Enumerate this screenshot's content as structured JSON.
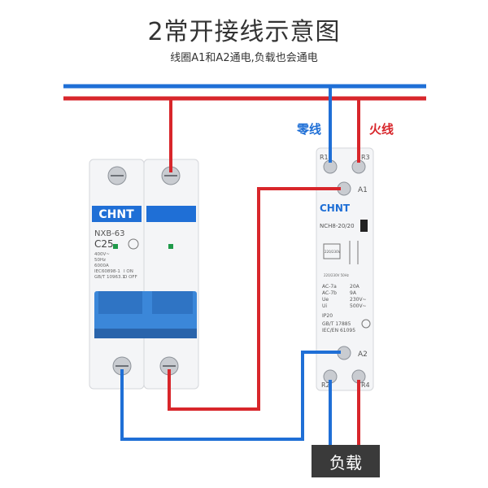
{
  "header": {
    "title": "2常开接线示意图",
    "subtitle": "线圈A1和A2通电,负载也会通电"
  },
  "wires": {
    "neutral_label": "零线",
    "live_label": "火线",
    "neutral_color": "#1f6fd6",
    "live_color": "#d8262b"
  },
  "breaker": {
    "brand": "CHNT",
    "model": "NXB-63",
    "rating": "C25",
    "spec_lines": [
      "400V~",
      "50Hz",
      "6000A"
    ],
    "standard_lines": [
      "IEC60898-1",
      "GB/T 10963.1"
    ],
    "switch_on": "I ON",
    "switch_off": "O OFF",
    "handle_color": "#3b87d9"
  },
  "contactor": {
    "brand": "CHNT",
    "model": "NCH8-20/20",
    "terminal_top_left": "R1",
    "terminal_top_right": "R3",
    "terminal_a1": "A1",
    "terminal_a2": "A2",
    "terminal_bottom_left": "R2",
    "terminal_bottom_right": "R4",
    "coil_label": "220/230V",
    "coil_freq": "220/230V 50Hz",
    "ratings": [
      {
        "k": "AC-7a",
        "v": "20A"
      },
      {
        "k": "AC-7b",
        "v": "9A"
      },
      {
        "k": "Ue",
        "v": "230V~"
      },
      {
        "k": "Ui",
        "v": "500V~"
      }
    ],
    "ip": "IP20",
    "standard_lines": [
      "GB/T 17885",
      "IEC/EN 61095"
    ]
  },
  "load": {
    "label": "负载"
  }
}
